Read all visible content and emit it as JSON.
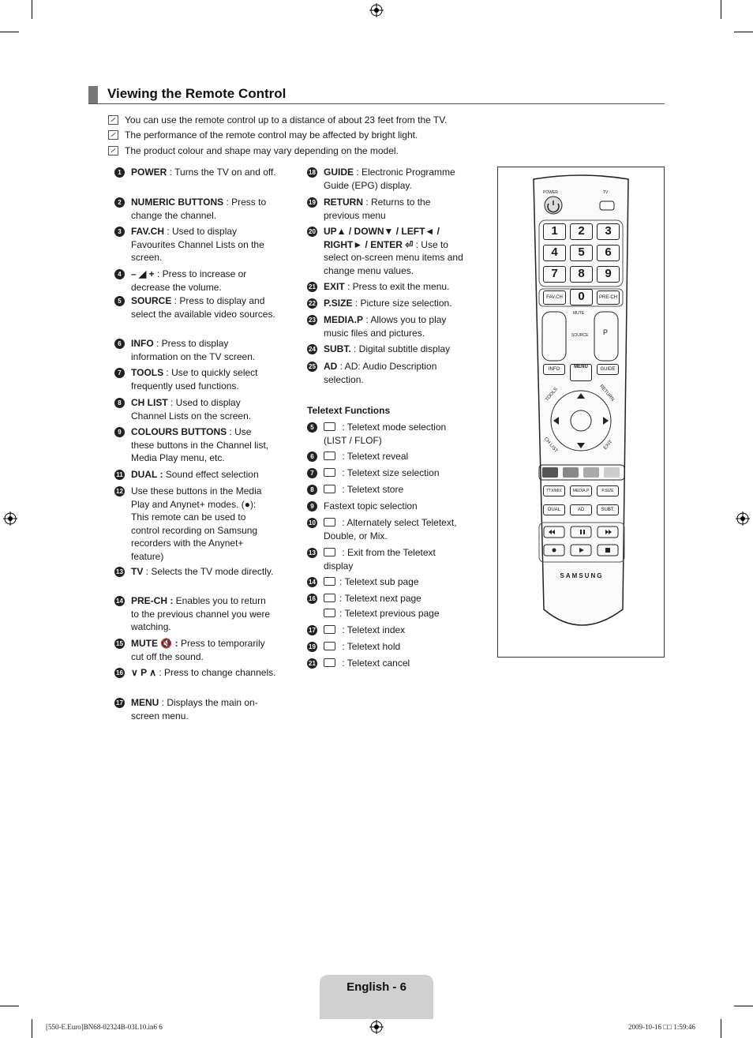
{
  "title": "Viewing the Remote Control",
  "notes": [
    "You can use the remote control up to a distance of about 23 feet from the TV.",
    "The performance of the remote control may be affected by bright light.",
    "The product colour and shape may vary depending on the model."
  ],
  "left_items": [
    {
      "n": "1",
      "b": "POWER",
      "t": " : Turns the TV on and off."
    },
    {
      "n": "2",
      "b": "NUMERIC BUTTONS",
      "t": " :  Press to change the channel."
    },
    {
      "n": "3",
      "b": "FAV.CH",
      "t": " : Used to display Favourites Channel Lists on the screen."
    },
    {
      "n": "4",
      "b": "– ◢ +",
      "t": " : Press to increase or decrease the volume."
    },
    {
      "n": "5",
      "b": "SOURCE",
      "t": " : Press to display and select the available video sources."
    },
    {
      "n": "6",
      "b": "INFO",
      "t": " : Press to display information on the TV screen."
    },
    {
      "n": "7",
      "b": "TOOLS",
      "t": " : Use to quickly select frequently used functions."
    },
    {
      "n": "8",
      "b": "CH LIST",
      "t": " : Used to display Channel Lists on the screen."
    },
    {
      "n": "9",
      "b": "COLOURS BUTTONS",
      "t": " : Use these buttons in the Channel list, Media Play menu, etc."
    },
    {
      "n": "11",
      "b": "DUAL :",
      "t": " Sound effect selection"
    },
    {
      "n": "12",
      "b": "",
      "t": "Use these buttons in the Media Play and Anynet+ modes. (●): This remote can be used to control recording on Samsung recorders with the Anynet+ feature)"
    },
    {
      "n": "13",
      "b": "TV",
      "t": " : Selects the TV mode directly."
    },
    {
      "n": "14",
      "b": "PRE-CH :",
      "t": " Enables you to return to the previous channel you were watching."
    },
    {
      "n": "15",
      "b": "MUTE 🔇 :",
      "t": " Press to temporarily cut off the sound."
    },
    {
      "n": "16",
      "b": "∨ P ∧",
      "t": " : Press to change channels."
    },
    {
      "n": "17",
      "b": "MENU",
      "t": " : Displays the main on-screen menu."
    }
  ],
  "right_items": [
    {
      "n": "18",
      "b": "GUIDE",
      "t": " : Electronic Programme Guide (EPG) display."
    },
    {
      "n": "19",
      "b": "RETURN",
      "t": " : Returns to the previous menu"
    },
    {
      "n": "20",
      "b": "UP▲ / DOWN▼ / LEFT◄ / RIGHT► / ENTER ⏎",
      "t": " : Use to select on-screen menu items and change menu values."
    },
    {
      "n": "21",
      "b": "EXIT",
      "t": " : Press to exit the menu."
    },
    {
      "n": "22",
      "b": "P.SIZE",
      "t": " : Picture size selection."
    },
    {
      "n": "23",
      "b": "MEDIA.P",
      "t": " : Allows you to play music files and pictures."
    },
    {
      "n": "24",
      "b": "SUBT.",
      "t": " : Digital subtitle display"
    },
    {
      "n": "25",
      "b": "AD",
      "t": " : AD: Audio Description selection."
    }
  ],
  "teletext_heading": "Teletext Functions",
  "teletext_items": [
    {
      "n": "5",
      "t": " : Teletext mode selection (LIST / FLOF)"
    },
    {
      "n": "6",
      "t": " : Teletext reveal"
    },
    {
      "n": "7",
      "t": " : Teletext size selection"
    },
    {
      "n": "8",
      "t": " : Teletext store"
    },
    {
      "n": "9",
      "t": "Fastext topic selection"
    },
    {
      "n": "10",
      "t": " : Alternately select Teletext, Double, or Mix."
    },
    {
      "n": "13",
      "t": " : Exit from the Teletext display"
    },
    {
      "n": "14",
      "t": ": Teletext sub page"
    },
    {
      "n": "16",
      "t": ": Teletext next page"
    },
    {
      "n": "16b",
      "t": ": Teletext previous page"
    },
    {
      "n": "17",
      "t": " : Teletext index"
    },
    {
      "n": "19",
      "t": " : Teletext hold"
    },
    {
      "n": "21",
      "t": " : Teletext cancel"
    }
  ],
  "remote": {
    "power": "POWER",
    "tv": "TV",
    "digits": [
      "1",
      "2",
      "3",
      "4",
      "5",
      "6",
      "7",
      "8",
      "9"
    ],
    "favch": "FAV.CH",
    "zero": "0",
    "prech": "PRE-CH",
    "mute": "MUTE",
    "source": "SOURCE",
    "p": "P",
    "info": "INFO",
    "menu": "MENU",
    "guide": "GUIDE",
    "tools": "TOOLS",
    "return": "RETURN",
    "chlist": "CH LIST",
    "exit": "EXIT",
    "ttx": "TTX/MIX",
    "mediap": "MEDIA.P",
    "psize": "P.SIZE",
    "dual": "DUAL",
    "ad": "AD",
    "subt": "SUBT.",
    "brand": "SAMSUNG",
    "color_keys": [
      "#c03030",
      "#3a9a3a",
      "#e0c020",
      "#3050c0"
    ]
  },
  "footer": {
    "page": "English - 6",
    "file": "[550-E.Euro]BN68-02324B-03L10.in6   6",
    "date": "2009-10-16   □□ 1:59:46"
  }
}
